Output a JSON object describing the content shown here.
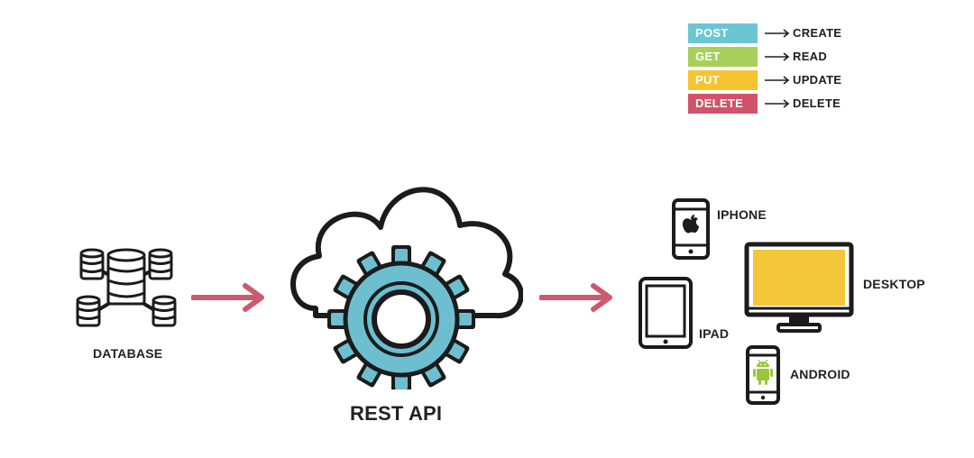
{
  "colors": {
    "post": "#6bc6d3",
    "get": "#a7cf5a",
    "put": "#f4c431",
    "delete": "#d1536a",
    "arrow": "#cb5b6c",
    "gear": "#6dbfd0",
    "screen": "#f4c63a",
    "android": "#9bc53d",
    "outline": "#1b1b1b"
  },
  "legend": [
    {
      "method": "POST",
      "action": "CREATE",
      "color": "#6bc6d3"
    },
    {
      "method": "GET",
      "action": "READ",
      "color": "#a7cf5a"
    },
    {
      "method": "PUT",
      "action": "UPDATE",
      "color": "#f4c431"
    },
    {
      "method": "DELETE",
      "action": "DELETE",
      "color": "#d1536a"
    }
  ],
  "nodes": {
    "database": {
      "label": "DATABASE",
      "icon": "database-icon"
    },
    "api": {
      "label": "REST API",
      "icon": "cloud-gear-icon"
    }
  },
  "devices": [
    {
      "label": "IPHONE",
      "icon": "iphone-icon"
    },
    {
      "label": "DESKTOP",
      "icon": "desktop-monitor-icon"
    },
    {
      "label": "IPAD",
      "icon": "ipad-icon"
    },
    {
      "label": "ANDROID",
      "icon": "android-phone-icon"
    }
  ]
}
